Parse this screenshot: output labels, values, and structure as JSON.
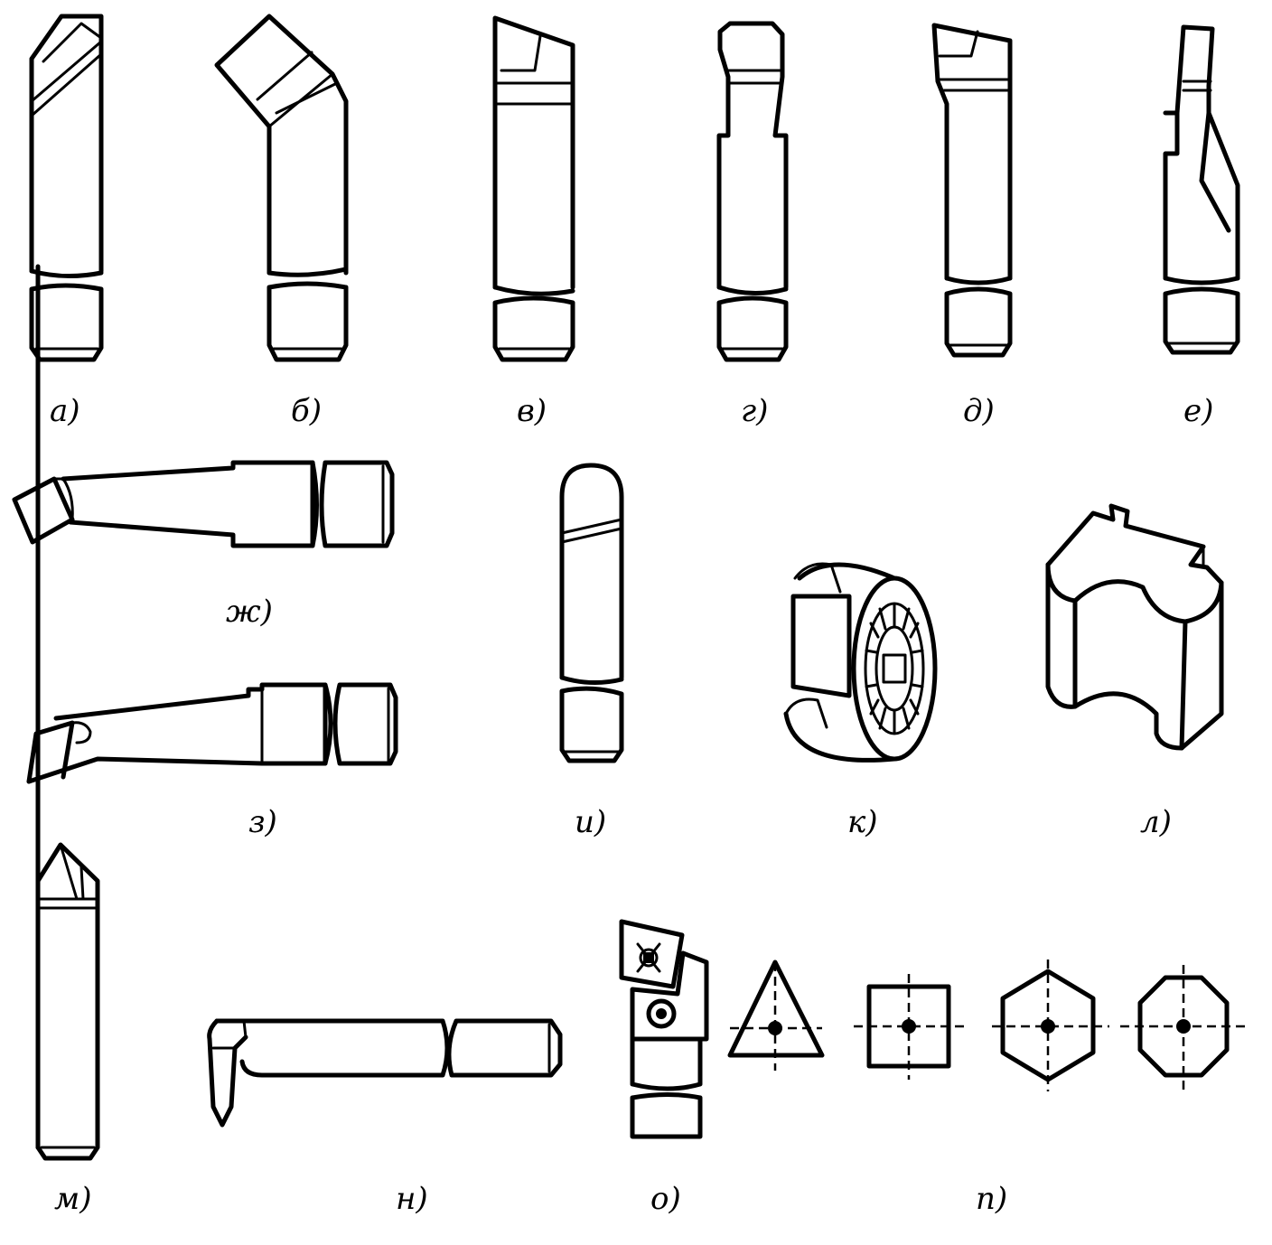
{
  "labels": {
    "a": "а)",
    "b": "б)",
    "v": "в)",
    "g": "г)",
    "d": "д)",
    "e": "е)",
    "zh": "ж)",
    "z": "з)",
    "i": "и)",
    "k": "к)",
    "l": "л)",
    "m": "м)",
    "n": "н)",
    "o": "о)",
    "p": "п)"
  }
}
